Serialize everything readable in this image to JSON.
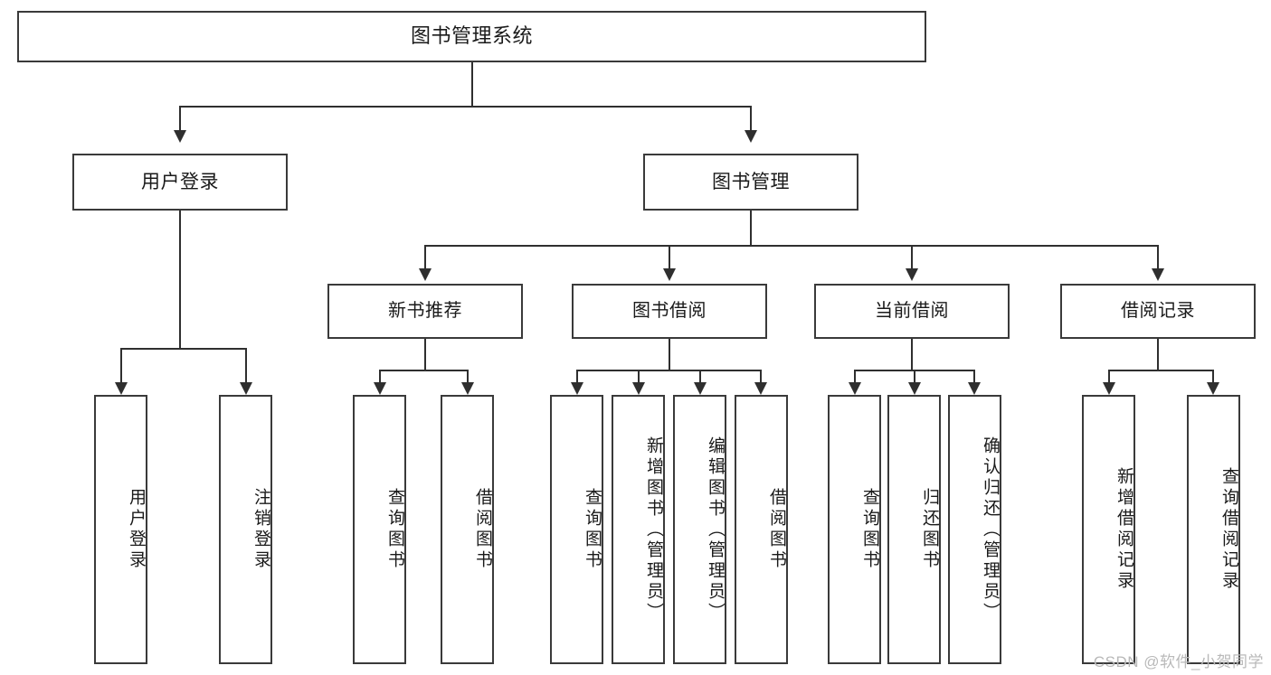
{
  "diagram": {
    "title": "图书管理系统",
    "type": "tree-hierarchy-chart",
    "watermark": "CSDN @软件_小贺同学",
    "colors": {
      "box_border": "#3a3a3a",
      "connector": "#2f2f2f",
      "background": "#ffffff",
      "text": "#1a1a1a",
      "watermark": "#b9b9b9"
    }
  },
  "nodes": {
    "root": {
      "label": "图书管理系统"
    },
    "level2": [
      {
        "id": "user-login",
        "label": "用户登录"
      },
      {
        "id": "book-management",
        "label": "图书管理"
      }
    ],
    "level3": [
      {
        "id": "new-book-recommend",
        "label": "新书推荐"
      },
      {
        "id": "book-borrow",
        "label": "图书借阅"
      },
      {
        "id": "current-borrow",
        "label": "当前借阅"
      },
      {
        "id": "borrow-record",
        "label": "借阅记录"
      }
    ],
    "leaves": [
      {
        "id": "leaf-user-login",
        "label": "用户登录"
      },
      {
        "id": "leaf-logout",
        "label": "注销登录"
      },
      {
        "id": "leaf-query-book-1",
        "label": "查询图书"
      },
      {
        "id": "leaf-borrow-book-1",
        "label": "借阅图书"
      },
      {
        "id": "leaf-query-book-2",
        "label": "查询图书"
      },
      {
        "id": "leaf-add-book",
        "label": "新增图书（管理员）"
      },
      {
        "id": "leaf-edit-book",
        "label": "编辑图书（管理员）"
      },
      {
        "id": "leaf-borrow-book-2",
        "label": "借阅图书"
      },
      {
        "id": "leaf-query-book-3",
        "label": "查询图书"
      },
      {
        "id": "leaf-return-book",
        "label": "归还图书"
      },
      {
        "id": "leaf-confirm-return",
        "label": "确认归还（管理员）"
      },
      {
        "id": "leaf-add-record",
        "label": "新增借阅记录"
      },
      {
        "id": "leaf-query-record",
        "label": "查询借阅记录"
      }
    ]
  }
}
